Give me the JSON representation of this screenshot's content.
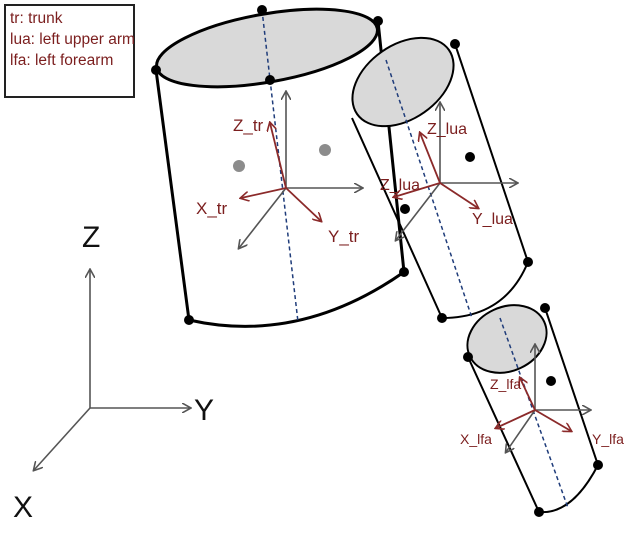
{
  "legend": {
    "trunk": "tr: trunk",
    "left_upper_arm": "lua: left upper arm",
    "left_forearm": "lfa: left forearm"
  },
  "global_axes": {
    "z": "Z",
    "y": "Y",
    "x": "X"
  },
  "trunk_axes": {
    "z": "Z_tr",
    "x": "X_tr",
    "y": "Y_tr"
  },
  "upper_arm_axes": {
    "z": "Z_lua",
    "y": "Y_lua"
  },
  "forearm_axes": {
    "z": "Z_lfa",
    "x": "X_lfa",
    "y": "Y_lfa"
  },
  "colors": {
    "label": "#7b1e1e",
    "arrow_red": "#8b2a2a",
    "arrow_gray": "#555555",
    "top_fill": "#d9d9d9",
    "axis_dash": "#1f3c7a"
  }
}
